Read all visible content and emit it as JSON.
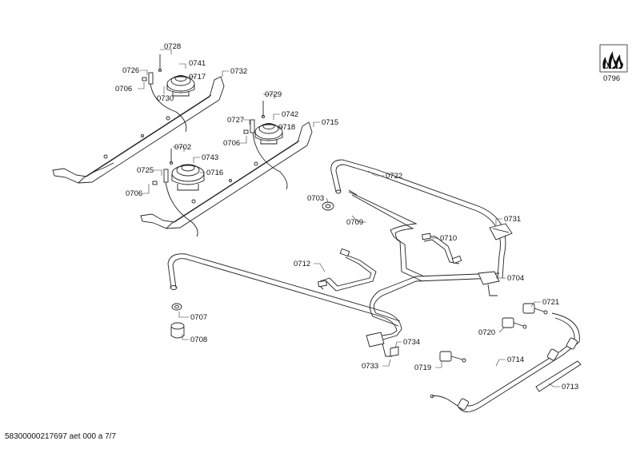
{
  "labels": {
    "p0728": "0728",
    "p0741": "0741",
    "p0726": "0726",
    "p0717": "0717",
    "p0732": "0732",
    "p0706a": "0706",
    "p0730": "0730",
    "p0729": "0729",
    "p0742": "0742",
    "p0727": "0727",
    "p0718": "0718",
    "p0715": "0715",
    "p0706b": "0706",
    "p0702": "0702",
    "p0743": "0743",
    "p0725": "0725",
    "p0716": "0716",
    "p0706c": "0706",
    "p0722": "0722",
    "p0703": "0703",
    "p0709": "0709",
    "p0731": "0731",
    "p0710": "0710",
    "p0712": "0712",
    "p0704": "0704",
    "p0707": "0707",
    "p0708": "0708",
    "p0721": "0721",
    "p0720": "0720",
    "p0734": "0734",
    "p0733": "0733",
    "p0719": "0719",
    "p0714": "0714",
    "p0713": "0713",
    "p0796": "0796"
  },
  "footer": "58300000217697 aet 000 a 7/7",
  "icons": {
    "gas_flame": "gas-flame-icon"
  }
}
